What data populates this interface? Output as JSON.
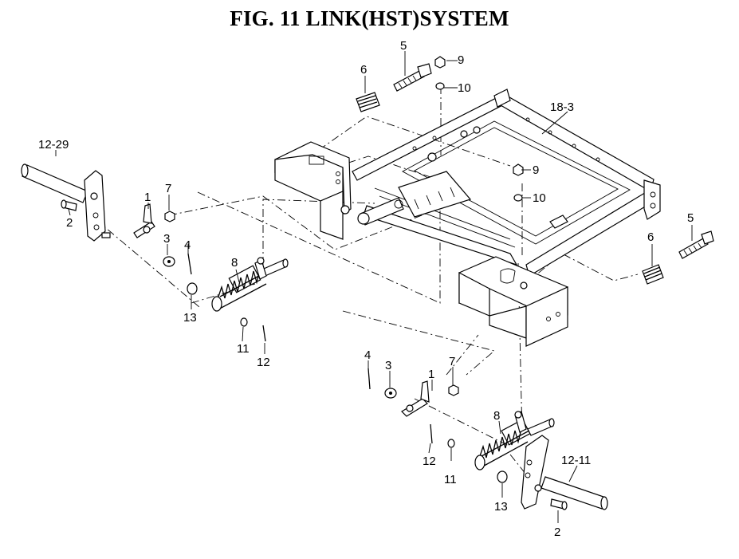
{
  "title": "FIG. 11  LINK(HST)SYSTEM",
  "callouts": {
    "c_12_29": "12-29",
    "c_2_left": "2",
    "c_1_left": "1",
    "c_7_left": "7",
    "c_3_left": "3",
    "c_4_left": "4",
    "c_8_left": "8",
    "c_13_left": "13",
    "c_11_left": "11",
    "c_12_left": "12",
    "c_6_top": "6",
    "c_5_top": "5",
    "c_9_top": "9",
    "c_10_top": "10",
    "c_18_3": "18-3",
    "c_9_mid": "9",
    "c_10_mid": "10",
    "c_6_right": "6",
    "c_5_right": "5",
    "c_4_right": "4",
    "c_3_right": "3",
    "c_1_right": "1",
    "c_7_right": "7",
    "c_8_right": "8",
    "c_12_11": "12-11",
    "c_12_right": "12",
    "c_11_right": "11",
    "c_13_right": "13",
    "c_2_right": "2"
  }
}
